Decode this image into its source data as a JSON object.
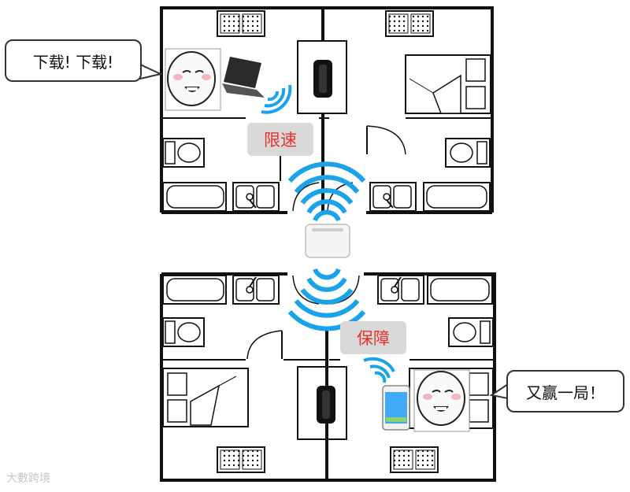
{
  "speech_bubbles": {
    "left": "下载! 下载!",
    "right": "又赢一局！"
  },
  "tags": {
    "top": "限速",
    "bottom": "保障"
  },
  "watermark": "大數跨境",
  "colors": {
    "wifi_wave": "#1aa3e8",
    "tag_text": "#e6322b",
    "tag_bg": "#d9d9d9",
    "wall": "#111111"
  }
}
